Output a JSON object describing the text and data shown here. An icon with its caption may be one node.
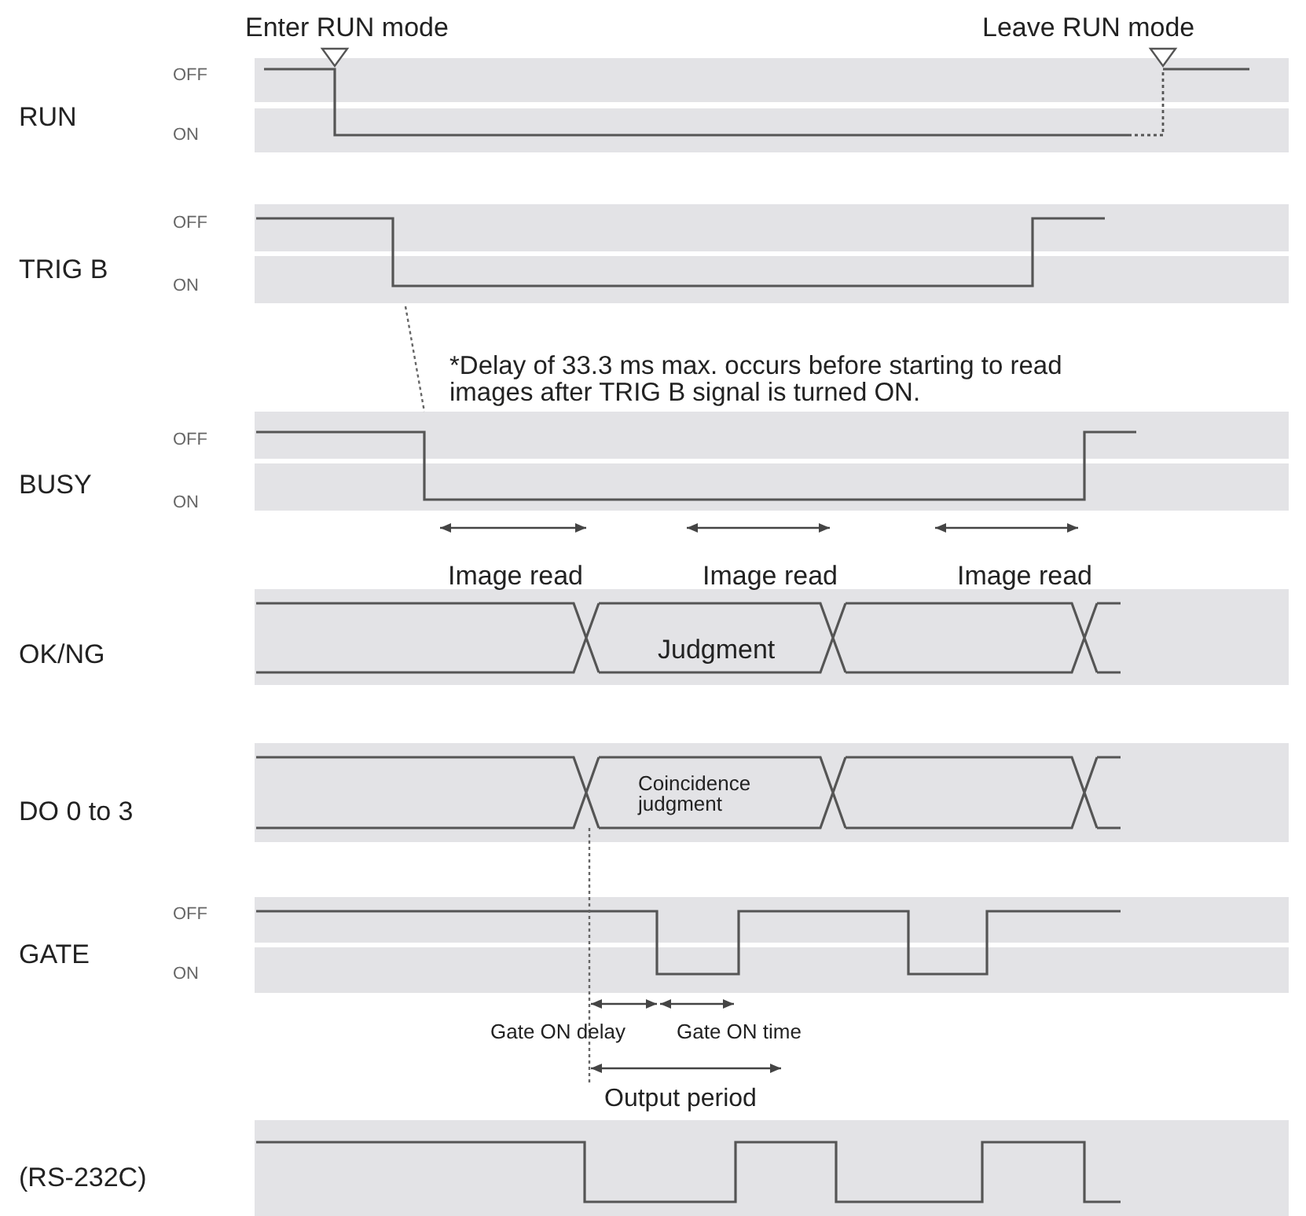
{
  "diagram": {
    "labels": [
      "Enter RUN mode",
      "Leave RUN mode",
      "OFF",
      "RUN",
      "ON",
      "OFF",
      "TRIG B",
      "ON",
      "*Delay of 33.3 ms max. occurs before starting to read images after TRIG B signal is turned ON.",
      "OFF",
      "BUSY",
      "ON",
      "Image read",
      "Image read",
      "Image read",
      "OK/NG",
      "Judgment",
      "DO 0 to 3",
      "Coincidence judgment",
      "OFF",
      "GATE",
      "ON",
      "Gate ON delay",
      "Gate ON time",
      "Output period",
      "(RS-232C)"
    ]
  }
}
